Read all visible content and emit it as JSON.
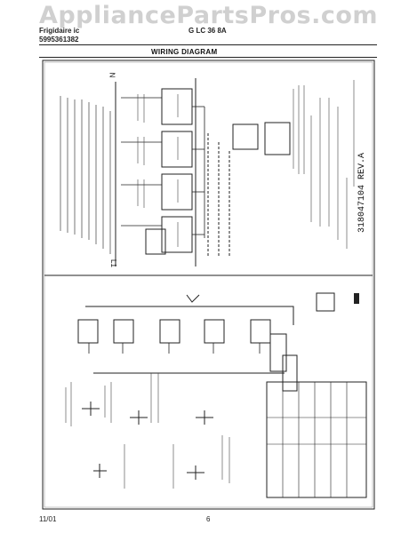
{
  "watermark": "AppliancePartsPros.com",
  "header": {
    "brand_line": "Frigidaire ic",
    "part_no": "5995361382",
    "model": "G LC 36 8A"
  },
  "page_title": "WIRING DIAGRAM",
  "diagram": {
    "revision": "318047104 REV.A",
    "label_n": "N",
    "label_l1": "L1"
  },
  "footer": {
    "date": "11/01",
    "page": "6"
  }
}
